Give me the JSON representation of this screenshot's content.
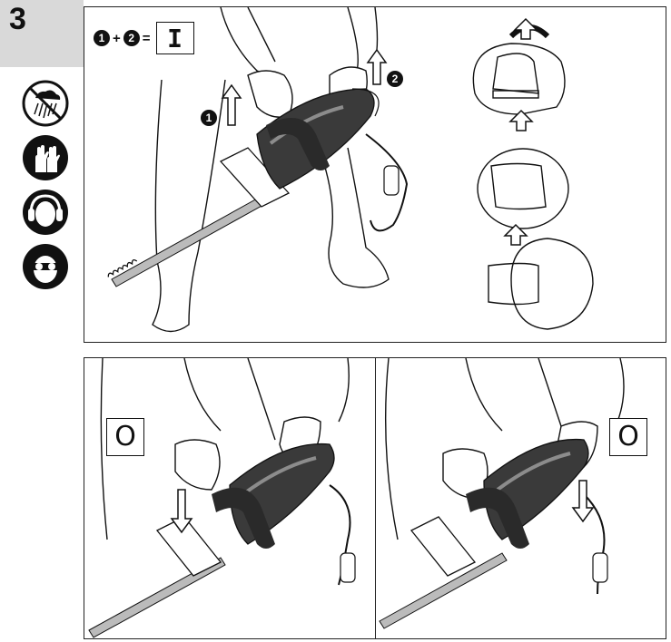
{
  "step": {
    "number": "3"
  },
  "formula": {
    "first": "1",
    "plus": "+",
    "second": "2",
    "equals": "=",
    "switch_on": "I"
  },
  "arrows": {
    "first": "1",
    "second": "2"
  },
  "switch_off": {
    "left": "O",
    "right": "O"
  },
  "icons": [
    "no-rain-icon",
    "gloves-icon",
    "ear-protection-icon",
    "eye-protection-icon"
  ],
  "colors": {
    "ink": "#111111",
    "tab": "#d9d9d9",
    "tool_body": "#3a3a3a",
    "tool_accent": "#8c8c8c"
  }
}
